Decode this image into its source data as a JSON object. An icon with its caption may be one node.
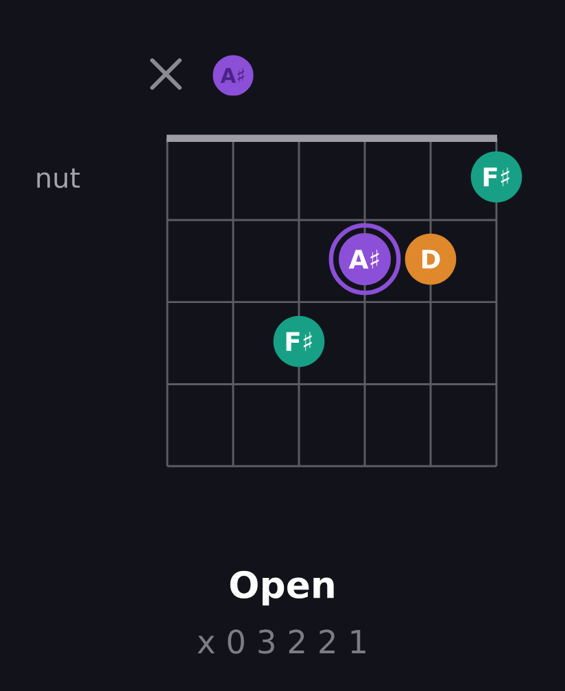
{
  "diagram": {
    "caption": "Open",
    "nodes": [
      {
        "text": [
          "A♯"
        ]
      },
      {
        "text": [
          "F♯"
        ]
      },
      {
        "text": [
          "A♯"
        ]
      },
      {
        "text": [
          "D"
        ]
      },
      {
        "text": [
          "F♯"
        ]
      }
    ],
    "labels": [
      "nut",
      "x 0 3 2 2 1"
    ]
  }
}
